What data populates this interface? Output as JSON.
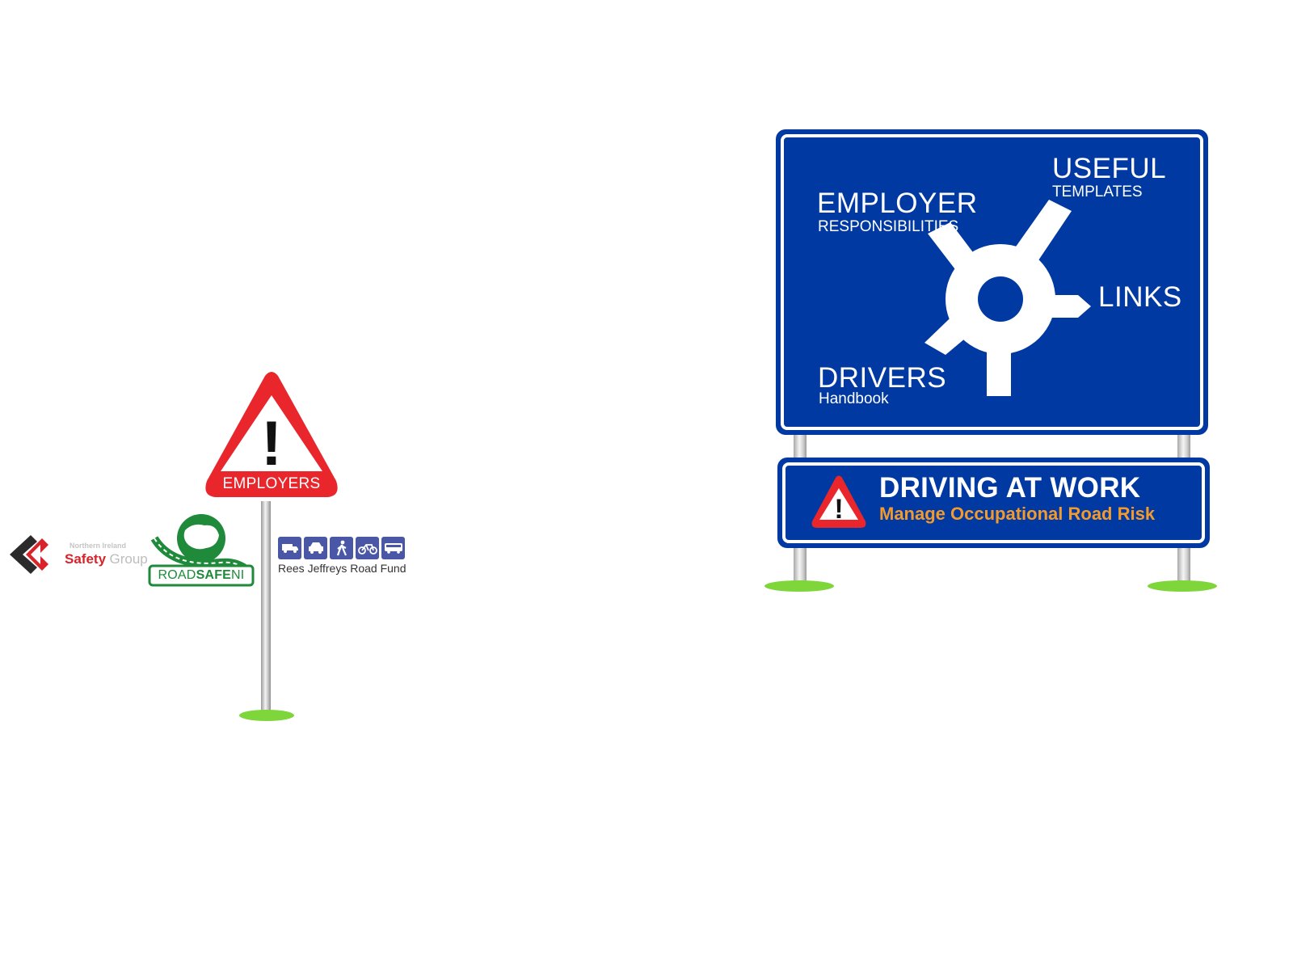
{
  "warning_sign": {
    "label": "EMPLOYERS",
    "symbol": "!"
  },
  "logos": {
    "nisg": {
      "line1": "Northern Ireland",
      "safety": "Safety",
      "group": "Group"
    },
    "road_safe_ni": {
      "road": "ROAD",
      "safe": "SAFE",
      "ni": "NI"
    },
    "rees_jeffreys": {
      "caption": "Rees Jeffreys Road Fund"
    }
  },
  "direction_sign": {
    "employer": {
      "title": "EMPLOYER",
      "sub": "RESPONSIBILITIES"
    },
    "useful": {
      "title": "USEFUL",
      "sub": "TEMPLATES"
    },
    "links": {
      "title": "LINKS"
    },
    "drivers": {
      "title": "DRIVERS",
      "sub": "Handbook"
    }
  },
  "info_board": {
    "title": "DRIVING AT WORK",
    "subtitle": "Manage Occupational Road Risk",
    "symbol": "!"
  },
  "colors": {
    "sign_blue": "#0039a1",
    "warning_red": "#e8262b",
    "accent_orange": "#f29a2e",
    "grass_green": "#7ed63b"
  },
  "icons": [
    "warning-triangle-icon",
    "roundabout-icon",
    "van-icon",
    "car-icon",
    "pedestrian-icon",
    "bicycle-icon",
    "bus-icon",
    "northern-ireland-map-icon",
    "chevron-logo-icon"
  ]
}
